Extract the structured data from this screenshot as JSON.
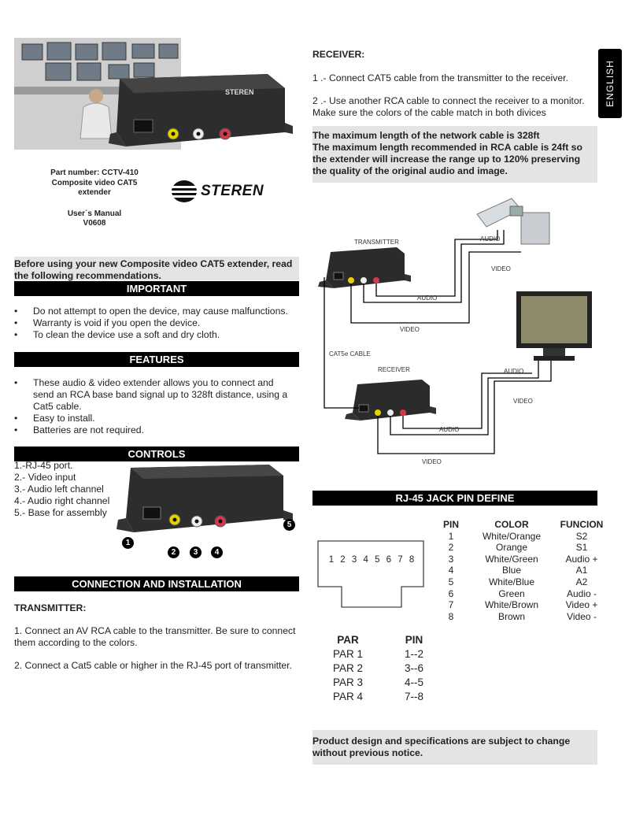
{
  "brand": {
    "name": "STEREN"
  },
  "language_tab": "ENGLISH",
  "cover": {
    "part_number": "Part number: CCTV-410",
    "product_line1": "Composite video CAT5",
    "product_line2": "extender",
    "manual": "User´s Manual",
    "version": "V0608"
  },
  "intro": "Before using your new Composite video CAT5 extender, read the following recommendations.",
  "important": {
    "title": "IMPORTANT",
    "items": [
      "Do not attempt to open the device, may cause malfunctions.",
      "Warranty is void if you open the device.",
      "To clean the device use a soft and dry cloth."
    ]
  },
  "features": {
    "title": "FEATURES",
    "items": [
      "These audio & video extender allows you to connect and send an RCA base band signal up to 328ft distance, using a Cat5 cable.",
      "Easy to install.",
      "Batteries are not required."
    ]
  },
  "controls": {
    "title": "CONTROLS",
    "items": [
      "1.-RJ-45 port.",
      "2.- Video input",
      "3.- Audio left channel",
      "4.- Audio right channel",
      "5.- Base for assembly"
    ],
    "callouts": [
      "1",
      "2",
      "3",
      "4",
      "5"
    ]
  },
  "connection": {
    "title": "CONNECTION AND INSTALLATION",
    "transmitter_title": "TRANSMITTER:",
    "transmitter_steps": [
      "1. Connect an AV RCA cable to the transmitter. Be sure to connect them according to the colors.",
      "2. Connect a Cat5 cable or higher in the RJ-45 port of transmitter."
    ]
  },
  "receiver": {
    "title": "RECEIVER:",
    "steps": [
      "1 .- Connect CAT5 cable from the transmitter to the receiver.",
      "2 .- Use another RCA cable to connect the receiver to a monitor. Make sure the colors of the cable match in both divices"
    ]
  },
  "notice": {
    "line1": "The maximum length of the network cable is 328ft",
    "line2": "The maximum length recommended in RCA cable is 24ft so the extender will increase the range up to 120% preserving the quality of the original audio and image."
  },
  "diagram": {
    "transmitter": "TRANSMITTER",
    "receiver": "RECEIVER",
    "cable": "CAT5e CABLE",
    "audio": "AUDIO",
    "video": "VIDEO"
  },
  "rj45": {
    "title": "RJ-45 JACK PIN DEFINE",
    "jack_numbers": "1 2 3 4 5 6 7 8",
    "headers": [
      "PIN",
      "COLOR",
      "FUNCION"
    ],
    "rows": [
      [
        "1",
        "White/Orange",
        "S2"
      ],
      [
        "2",
        "Orange",
        "S1"
      ],
      [
        "3",
        "White/Green",
        "Audio +"
      ],
      [
        "4",
        "Blue",
        "A1"
      ],
      [
        "5",
        "White/Blue",
        "A2"
      ],
      [
        "6",
        "Green",
        "Audio -"
      ],
      [
        "7",
        "White/Brown",
        "Video +"
      ],
      [
        "8",
        "Brown",
        "Video -"
      ]
    ],
    "pair_headers": [
      "PAR",
      "PIN"
    ],
    "pairs": [
      [
        "PAR 1",
        "1--2"
      ],
      [
        "PAR 2",
        "3--6"
      ],
      [
        "PAR 3",
        "4--5"
      ],
      [
        "PAR 4",
        "7--8"
      ]
    ]
  },
  "footer_notice": "Product design and specifications are subject to change without previous notice."
}
